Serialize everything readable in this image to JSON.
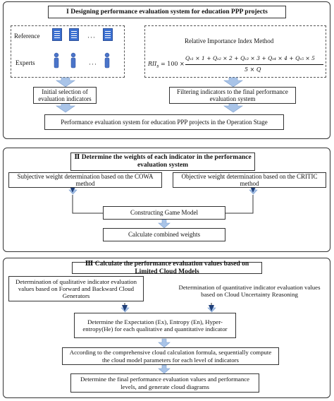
{
  "section1": {
    "title": "I Designing performance evaluation system for education PPP projects",
    "reference_label": "Reference",
    "experts_label": "Experts",
    "dots": "···",
    "rii_title": "Relative Importance Index Method",
    "rii_lhs": "RII",
    "rii_sub": "s",
    "rii_eq": "= 100 ×",
    "rii_numerator": "Qₛ₁ × 1 + Qₛ₂ × 2 + Qₛ₃ × 3 + Qₛ₄ × 4 + Qₛ₅ × 5",
    "rii_denominator": "5 × Q",
    "initial_box": "Initial selection of evaluation indicators",
    "filter_box": "Filtering indicators to the final performance evaluation system",
    "final_box": "Performance evaluation system for education PPP projects in the Operation Stage"
  },
  "section2": {
    "title": "Ⅱ Determine the weights of each indicator in the performance evaluation system",
    "subjective_box": "Subjective weight determination based on the COWA method",
    "objective_box": "Objective weight determination based on the CRITIC method",
    "game_box": "Constructing Game Model",
    "combined_box": "Calculate  combined weights"
  },
  "section3": {
    "title": "Ⅲ  Calculate the performance evaluation values based on Limited Cloud Models",
    "qualitative_box": "Determination of qualitative indicator evaluation values based on Forward and Backward Cloud Generators",
    "quantitative_box": "Determination of quantitative indicator evaluation values based on Cloud Uncertainty Reasoning",
    "expectation_box": "Determine the Expectation (Ex), Entropy (En), Hyper-entropy(He) for each qualitative and quantitative indicator",
    "comprehensive_box": "According to the comprehensive cloud calculation formula, sequentially compute the cloud model parameters for each level of indicators",
    "final_box": "Determine the final performance evaluation values and performance levels, and generate cloud diagrams"
  },
  "colors": {
    "arrow": "#a9c4e8",
    "arrow_dark": "#1f3f7a",
    "doc": "#3a6fd1",
    "border": "#333333"
  }
}
